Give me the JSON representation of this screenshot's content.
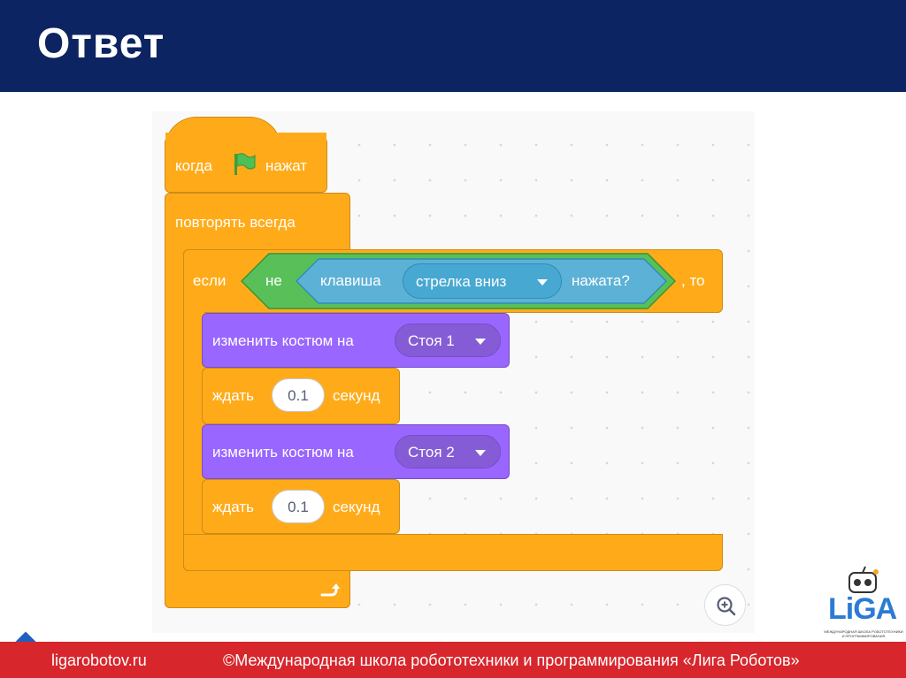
{
  "slide": {
    "title": "Ответ"
  },
  "script": {
    "hat": {
      "before": "когда",
      "after": "нажат",
      "flag_icon": "green-flag-icon"
    },
    "forever": {
      "label": "повторять всегда",
      "loop_icon": "loop-arrow-icon"
    },
    "if_block": {
      "if_label": "если",
      "not_label": "не",
      "key_label": "клавиша",
      "key_option": "стрелка вниз",
      "pressed_label": "нажата?",
      "then_label": ", то"
    },
    "costume1": {
      "label": "изменить костюм на",
      "option": "Стоя 1"
    },
    "wait1": {
      "before": "ждать",
      "value": "0.1",
      "after": "секунд"
    },
    "costume2": {
      "label": "изменить костюм на",
      "option": "Стоя 2"
    },
    "wait2": {
      "before": "ждать",
      "value": "0.1",
      "after": "секунд"
    }
  },
  "controls": {
    "zoom_icon": "zoom-in-icon"
  },
  "footer": {
    "url": "ligarobotov.ru",
    "copyright": "©Международная школа робототехники и программирования «Лига Роботов»"
  },
  "logo": {
    "text": "LiGA",
    "subtitle": "МЕЖДУНАРОДНАЯ ШКОЛА РОБОТОТЕХНИКИ И ПРОГРАММИРОВАНИЯ"
  },
  "colors": {
    "header": "#0c2461",
    "footer": "#d7262c",
    "control": "#ffab19",
    "looks": "#9966ff",
    "operators": "#59c059",
    "sensing": "#5cb1d6"
  }
}
